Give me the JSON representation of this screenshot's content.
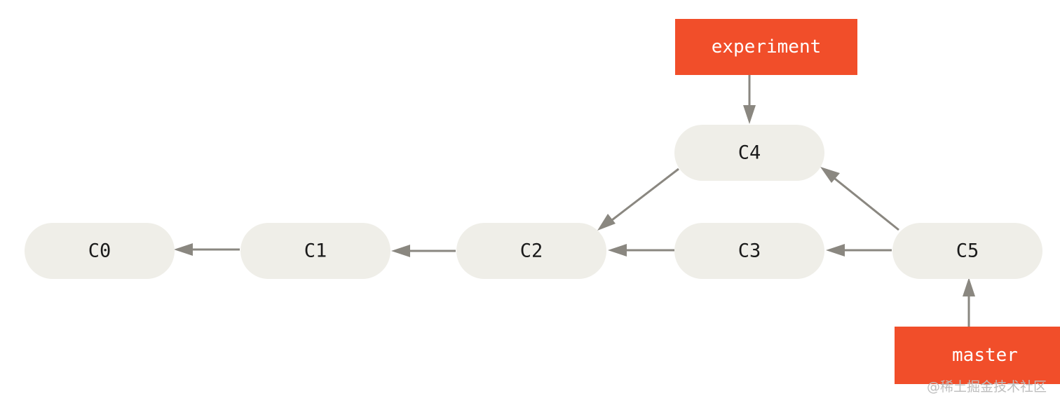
{
  "colors": {
    "commit_fill": "#efeee8",
    "branch_fill": "#f14e2a",
    "arrow": "#8a8780",
    "commit_text": "#1a1a1a",
    "branch_text": "#ffffff"
  },
  "commits": {
    "c0": "C0",
    "c1": "C1",
    "c2": "C2",
    "c3": "C3",
    "c4": "C4",
    "c5": "C5"
  },
  "branches": {
    "experiment": "experiment",
    "master": "master"
  },
  "edges": [
    {
      "from": "C1",
      "to": "C0"
    },
    {
      "from": "C2",
      "to": "C1"
    },
    {
      "from": "C3",
      "to": "C2"
    },
    {
      "from": "C4",
      "to": "C2"
    },
    {
      "from": "C5",
      "to": "C3"
    },
    {
      "from": "C5",
      "to": "C4"
    },
    {
      "from": "experiment",
      "to": "C4"
    },
    {
      "from": "master",
      "to": "C5"
    }
  ],
  "watermark": "@稀土掘金技术社区"
}
